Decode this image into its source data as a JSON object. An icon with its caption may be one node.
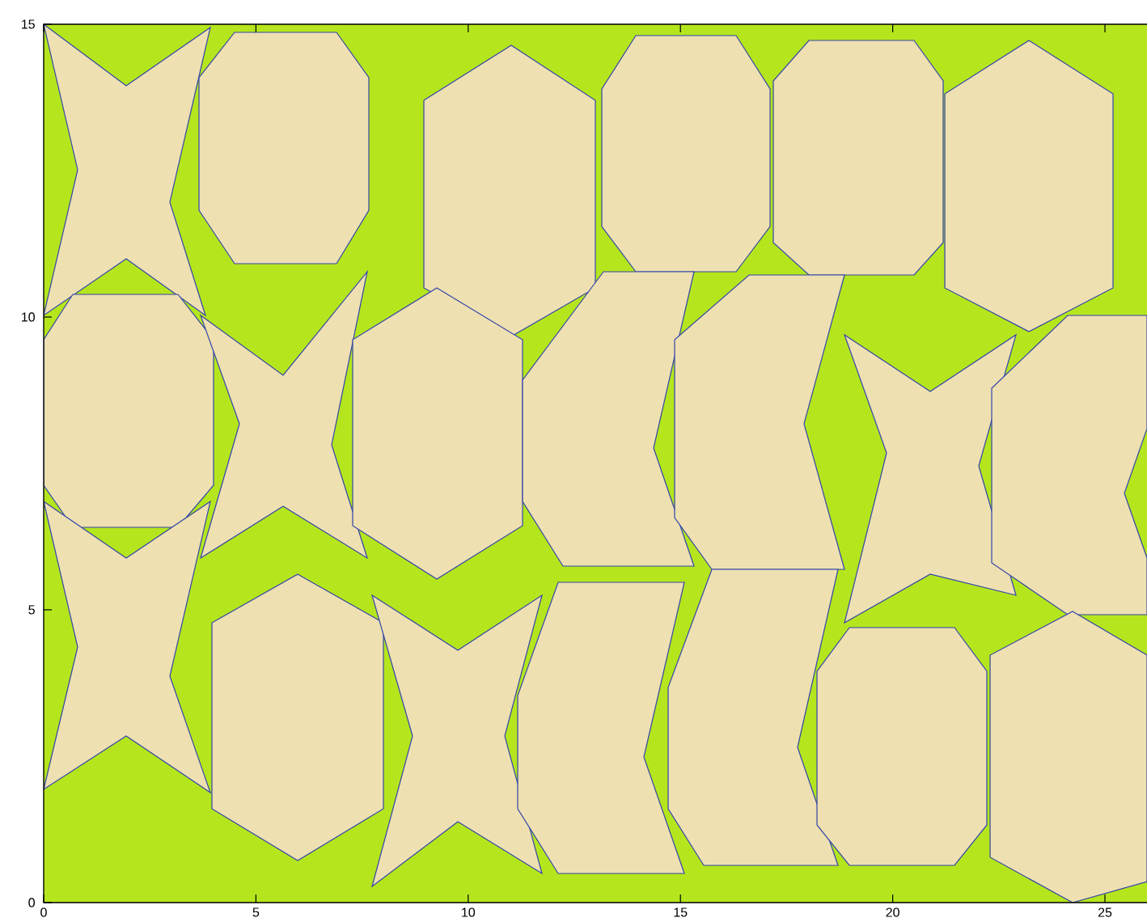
{
  "diagram": {
    "labels": [
      "15",
      "10",
      "5",
      "0",
      "0",
      "5",
      "10",
      "15",
      "20",
      "25"
    ]
  }
}
